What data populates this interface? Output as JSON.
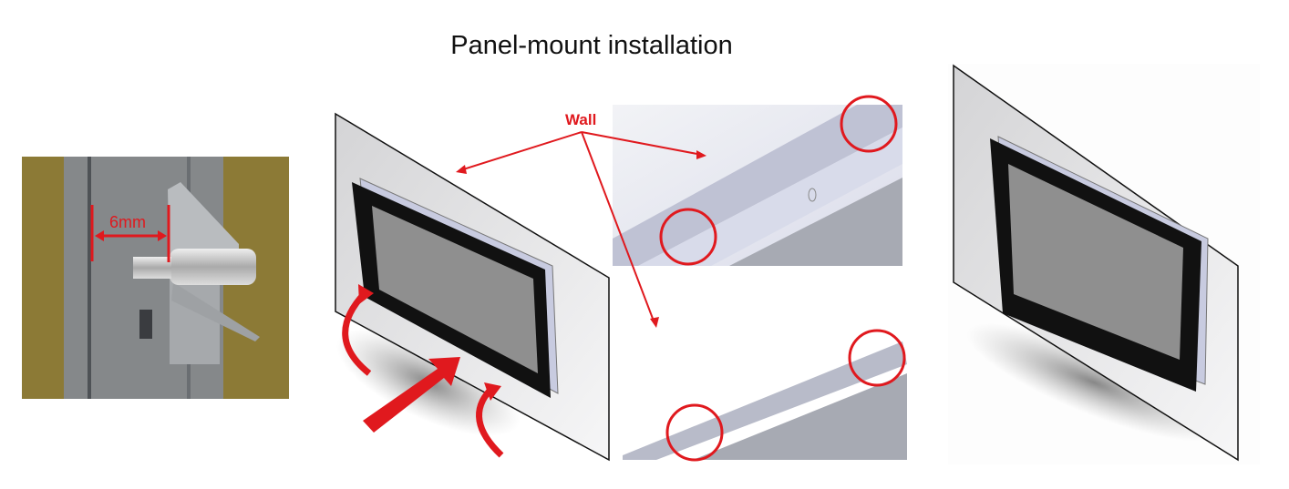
{
  "title": "Panel-mount installation",
  "photo": {
    "dimension_label": "6mm"
  },
  "diagram": {
    "wall_label": "Wall"
  },
  "colors": {
    "annotation_red": "#e0191e",
    "bezel": "#111111",
    "screen": "#8f8f8f",
    "wall": "#e4e4e6",
    "photo_bg": "#8a7a3a"
  }
}
